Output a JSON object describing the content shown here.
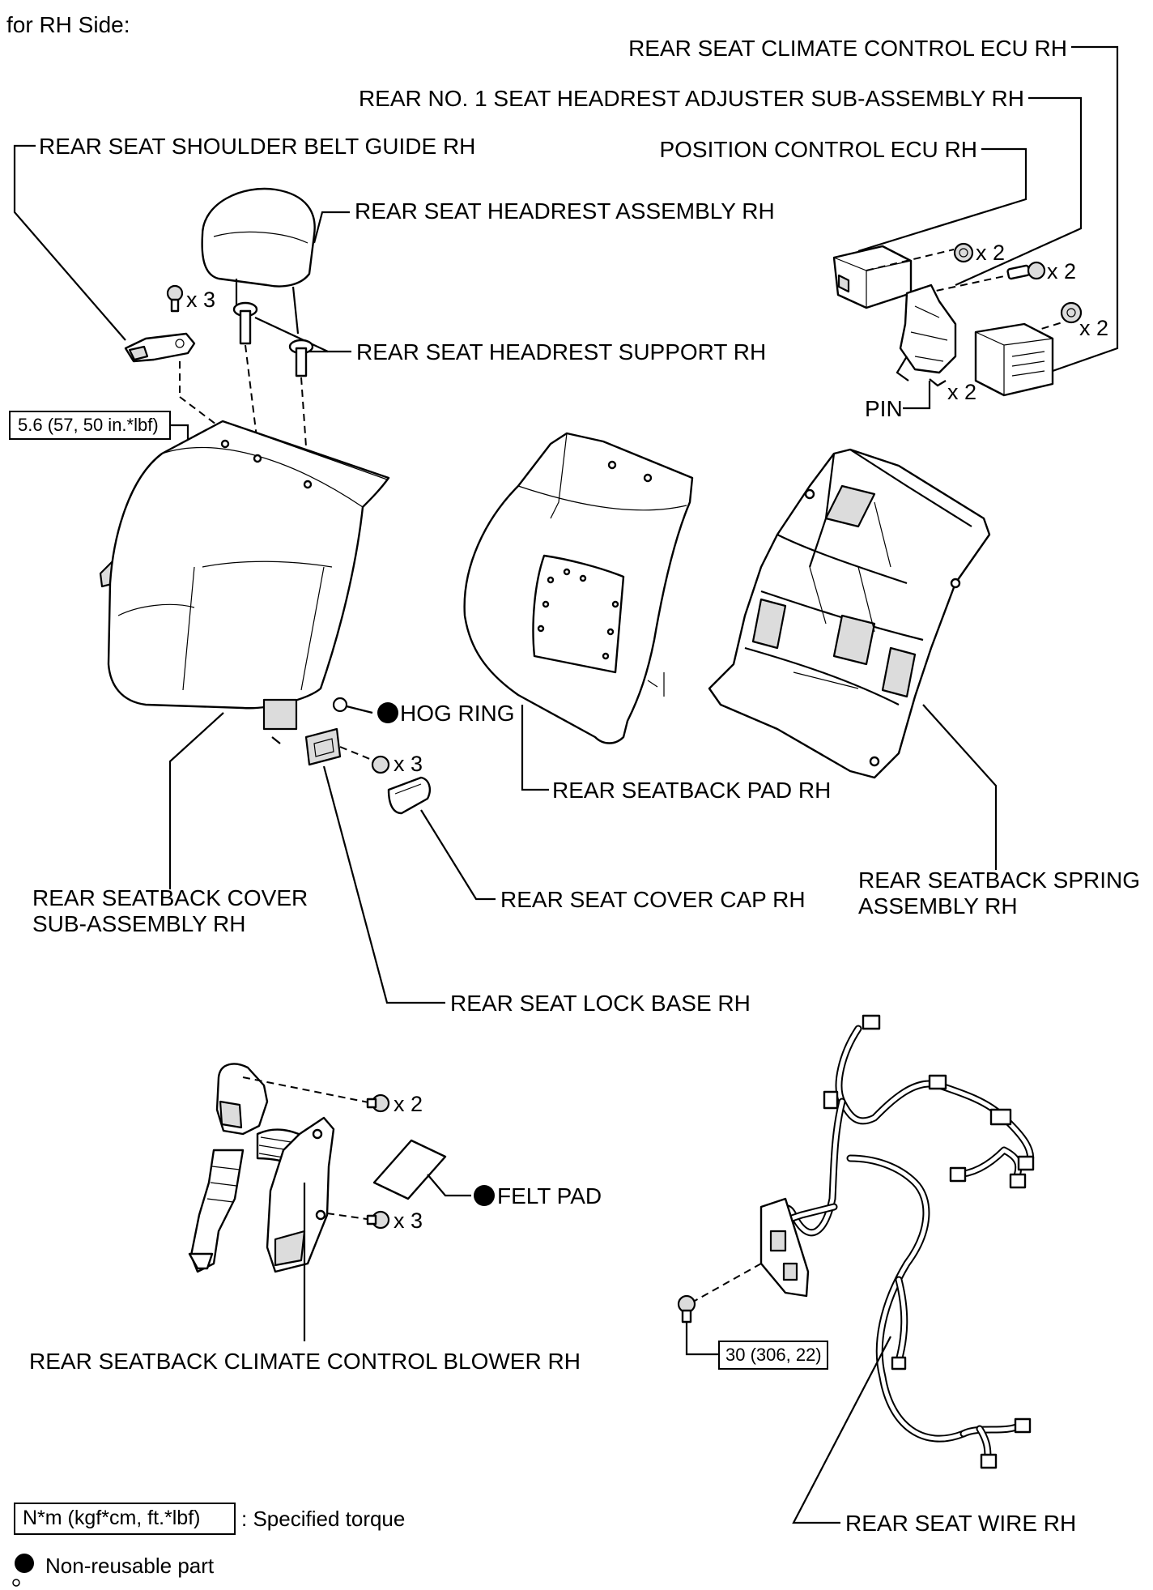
{
  "heading": "for RH Side:",
  "labels": {
    "climate_ecu": "REAR SEAT CLIMATE CONTROL ECU RH",
    "headrest_adjuster": "REAR NO. 1 SEAT HEADREST ADJUSTER SUB-ASSEMBLY RH",
    "position_ecu": "POSITION CONTROL ECU RH",
    "belt_guide": "REAR SEAT SHOULDER BELT GUIDE RH",
    "headrest_assembly": "REAR SEAT HEADREST ASSEMBLY RH",
    "headrest_support": "REAR SEAT HEADREST SUPPORT RH",
    "pin": "PIN",
    "hog_ring": "HOG RING",
    "seatback_pad": "REAR SEATBACK PAD RH",
    "cover_line1": "REAR SEATBACK COVER",
    "cover_line2": "SUB-ASSEMBLY RH",
    "cover_cap": "REAR SEAT COVER CAP RH",
    "spring_line1": "REAR SEATBACK SPRING",
    "spring_line2": "ASSEMBLY RH",
    "lock_base": "REAR SEAT LOCK BASE RH",
    "felt_pad": "FELT PAD",
    "blower": "REAR SEATBACK CLIMATE CONTROL BLOWER RH",
    "seat_wire": "REAR SEAT WIRE RH"
  },
  "quantities": {
    "nut_ecu": "x 2",
    "bolt_adjuster": "x 2",
    "nut_climate": "x 2",
    "pin": "x 2",
    "belt_guide_screws": "x 3",
    "lock_base_screws": "x 3",
    "blower_top": "x 2",
    "blower_bottom": "x 3"
  },
  "torques": {
    "cover_nut": "5.6 (57, 50 in.*lbf)",
    "wire_bolt": "30 (306, 22)"
  },
  "legend": {
    "torque_box": "N*m (kgf*cm, ft.*lbf)",
    "torque_text": ": Specified torque",
    "nonreusable_text": "Non-reusable part"
  }
}
